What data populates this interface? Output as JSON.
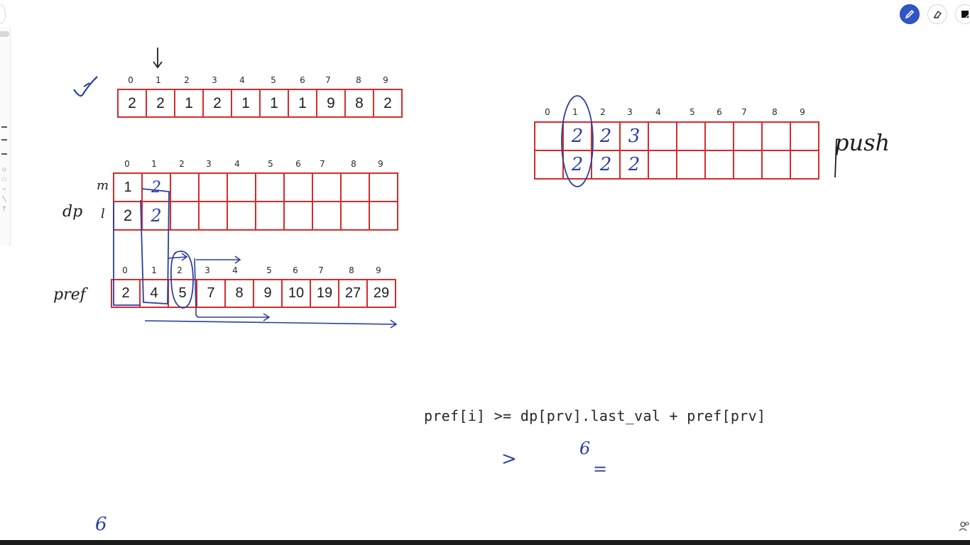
{
  "toolbar": {
    "pen_icon": "pencil-icon",
    "eraser_icon": "eraser-icon",
    "note_icon": "sticky-note-icon",
    "people_icon": "participants-icon",
    "pen_color": "#2f56c8"
  },
  "arrays": {
    "input": {
      "indices": [
        "0",
        "1",
        "2",
        "3",
        "4",
        "5",
        "6",
        "7",
        "8",
        "9"
      ],
      "values": [
        "2",
        "2",
        "1",
        "2",
        "1",
        "1",
        "1",
        "9",
        "8",
        "2"
      ]
    },
    "dp": {
      "label": "dp",
      "row_labels": [
        "m",
        "l"
      ],
      "indices": [
        "0",
        "1",
        "2",
        "3",
        "4",
        "5",
        "6",
        "7",
        "8",
        "9"
      ],
      "row_m": [
        "1",
        "2",
        "",
        "",
        "",
        "",
        "",
        "",
        "",
        ""
      ],
      "row_l": [
        "2",
        "2",
        "",
        "",
        "",
        "",
        "",
        "",
        "",
        ""
      ]
    },
    "pref": {
      "label": "pref",
      "indices": [
        "0",
        "1",
        "2",
        "3",
        "4",
        "5",
        "6",
        "7",
        "8",
        "9"
      ],
      "values": [
        "2",
        "4",
        "5",
        "7",
        "8",
        "9",
        "10",
        "19",
        "27",
        "29"
      ]
    },
    "push": {
      "label": "push",
      "indices": [
        "0",
        "1",
        "2",
        "3",
        "4",
        "5",
        "6",
        "7",
        "8",
        "9"
      ],
      "row_top": [
        "",
        "2",
        "2",
        "3",
        "",
        "",
        "",
        "",
        "",
        ""
      ],
      "row_bottom": [
        "",
        "2",
        "2",
        "2",
        "",
        "",
        "",
        "",
        "",
        ""
      ]
    }
  },
  "formula": "pref[i] >= dp[prv].last_val + pref[prv]",
  "scribbles": {
    "gt": ">",
    "six_a": "6",
    "eq": "=",
    "six_b": "6"
  },
  "colors": {
    "grid": "#d42d2d",
    "ink_blue": "#2b3f9e",
    "ink_black": "#1e1e1e"
  }
}
